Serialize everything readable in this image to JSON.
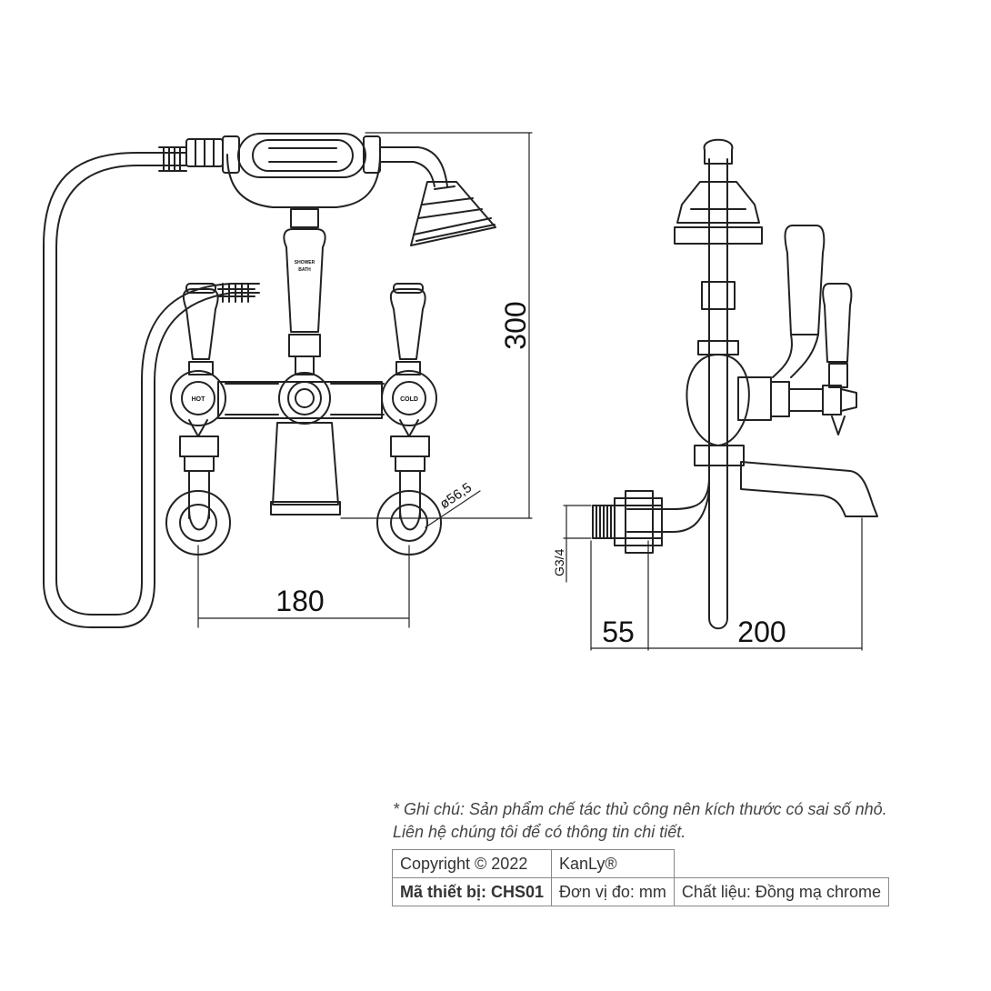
{
  "dimensions": {
    "height": "300",
    "spacing": "180",
    "flange": "ø56,5",
    "thread": "G3/4",
    "depth_inlet": "55",
    "depth_spout": "200"
  },
  "labels": {
    "hot": "HOT",
    "cold": "COLD",
    "shower": "SHOWER",
    "bath": "BATH"
  },
  "note": {
    "line1": "* Ghi chú: Sản phẩm chế tác thủ công nên kích thước có sai số nhỏ.",
    "line2": "Liên hệ chúng tôi để có thông tin chi tiết."
  },
  "info": {
    "copyright": "Copyright © 2022",
    "brand": "KanLy®",
    "model": "Mã thiết bị: CHS01",
    "unit": "Đơn vị đo: mm",
    "material": "Chất liệu: Đồng mạ chrome"
  }
}
